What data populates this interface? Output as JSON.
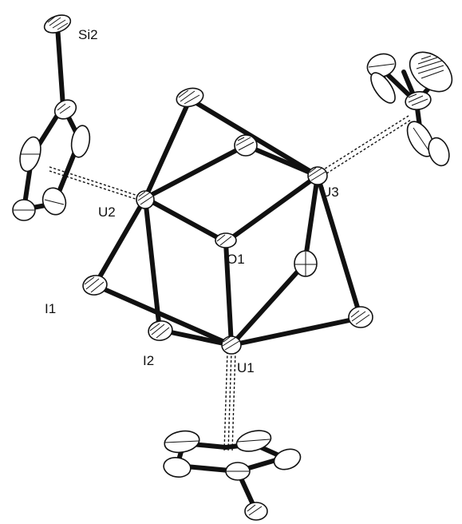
{
  "labels": {
    "si2": "Si2",
    "u1": "U1",
    "u2": "U2",
    "u3": "U3",
    "o1": "O1",
    "i1": "I1",
    "i2": "I2"
  },
  "colors": {
    "ink": "#111111",
    "background": "#ffffff"
  }
}
